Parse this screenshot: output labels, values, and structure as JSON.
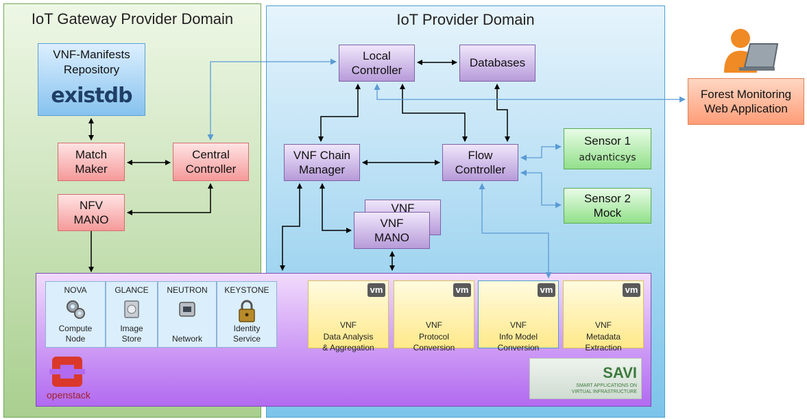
{
  "domains": {
    "gateway_title": "IoT Gateway Provider Domain",
    "provider_title": "IoT Provider Domain"
  },
  "components": {
    "vnf_manifests": "VNF-Manifests\nRepository",
    "existdb_logo": "existdb",
    "match_maker": "Match\nMaker",
    "central_controller": "Central\nController",
    "nfv_mano": "NFV\nMANO",
    "local_controller": "Local\nController",
    "databases": "Databases",
    "vnf_chain_manager": "VNF Chain\nManager",
    "flow_controller": "Flow\nController",
    "vnf_mano_back": "VNF",
    "vnf_mano": "VNF\nMANO",
    "sensor1": "Sensor 1",
    "advanticsys_logo": "advanticsys",
    "sensor2": "Sensor 2\nMock",
    "forest_app": "Forest Monitoring\nWeb Application"
  },
  "openstack_services": [
    {
      "name": "NOVA",
      "desc": "Compute\nNode",
      "icon": "gears-icon"
    },
    {
      "name": "GLANCE",
      "desc": "Image\nStore",
      "icon": "disk-icon"
    },
    {
      "name": "NEUTRON",
      "desc": "Network",
      "icon": "network-switch-icon"
    },
    {
      "name": "KEYSTONE",
      "desc": "Identity\nService",
      "icon": "padlock-icon"
    }
  ],
  "vnfs": [
    {
      "label": "VNF\nData Analysis\n& Aggregation",
      "badge": "vm"
    },
    {
      "label": "VNF\nProtocol\nConversion",
      "badge": "vm"
    },
    {
      "label": "VNF\nInfo Model\nConversion",
      "badge": "vm"
    },
    {
      "label": "VNF\nMetadata\nExtraction",
      "badge": "vm"
    }
  ],
  "logos": {
    "openstack": "openstack",
    "savi": "SAVI",
    "savi_sub1": "SMART APPLICATIONS ON",
    "savi_sub2": "VIRTUAL INFRASTRUCTURE"
  },
  "colors": {
    "gateway_domain": "#a9cf8f",
    "provider_domain": "#7cc4ea",
    "black_arrow": "#000000",
    "blue_arrow": "#5b9bd5",
    "openstack_red": "#d9382b"
  }
}
